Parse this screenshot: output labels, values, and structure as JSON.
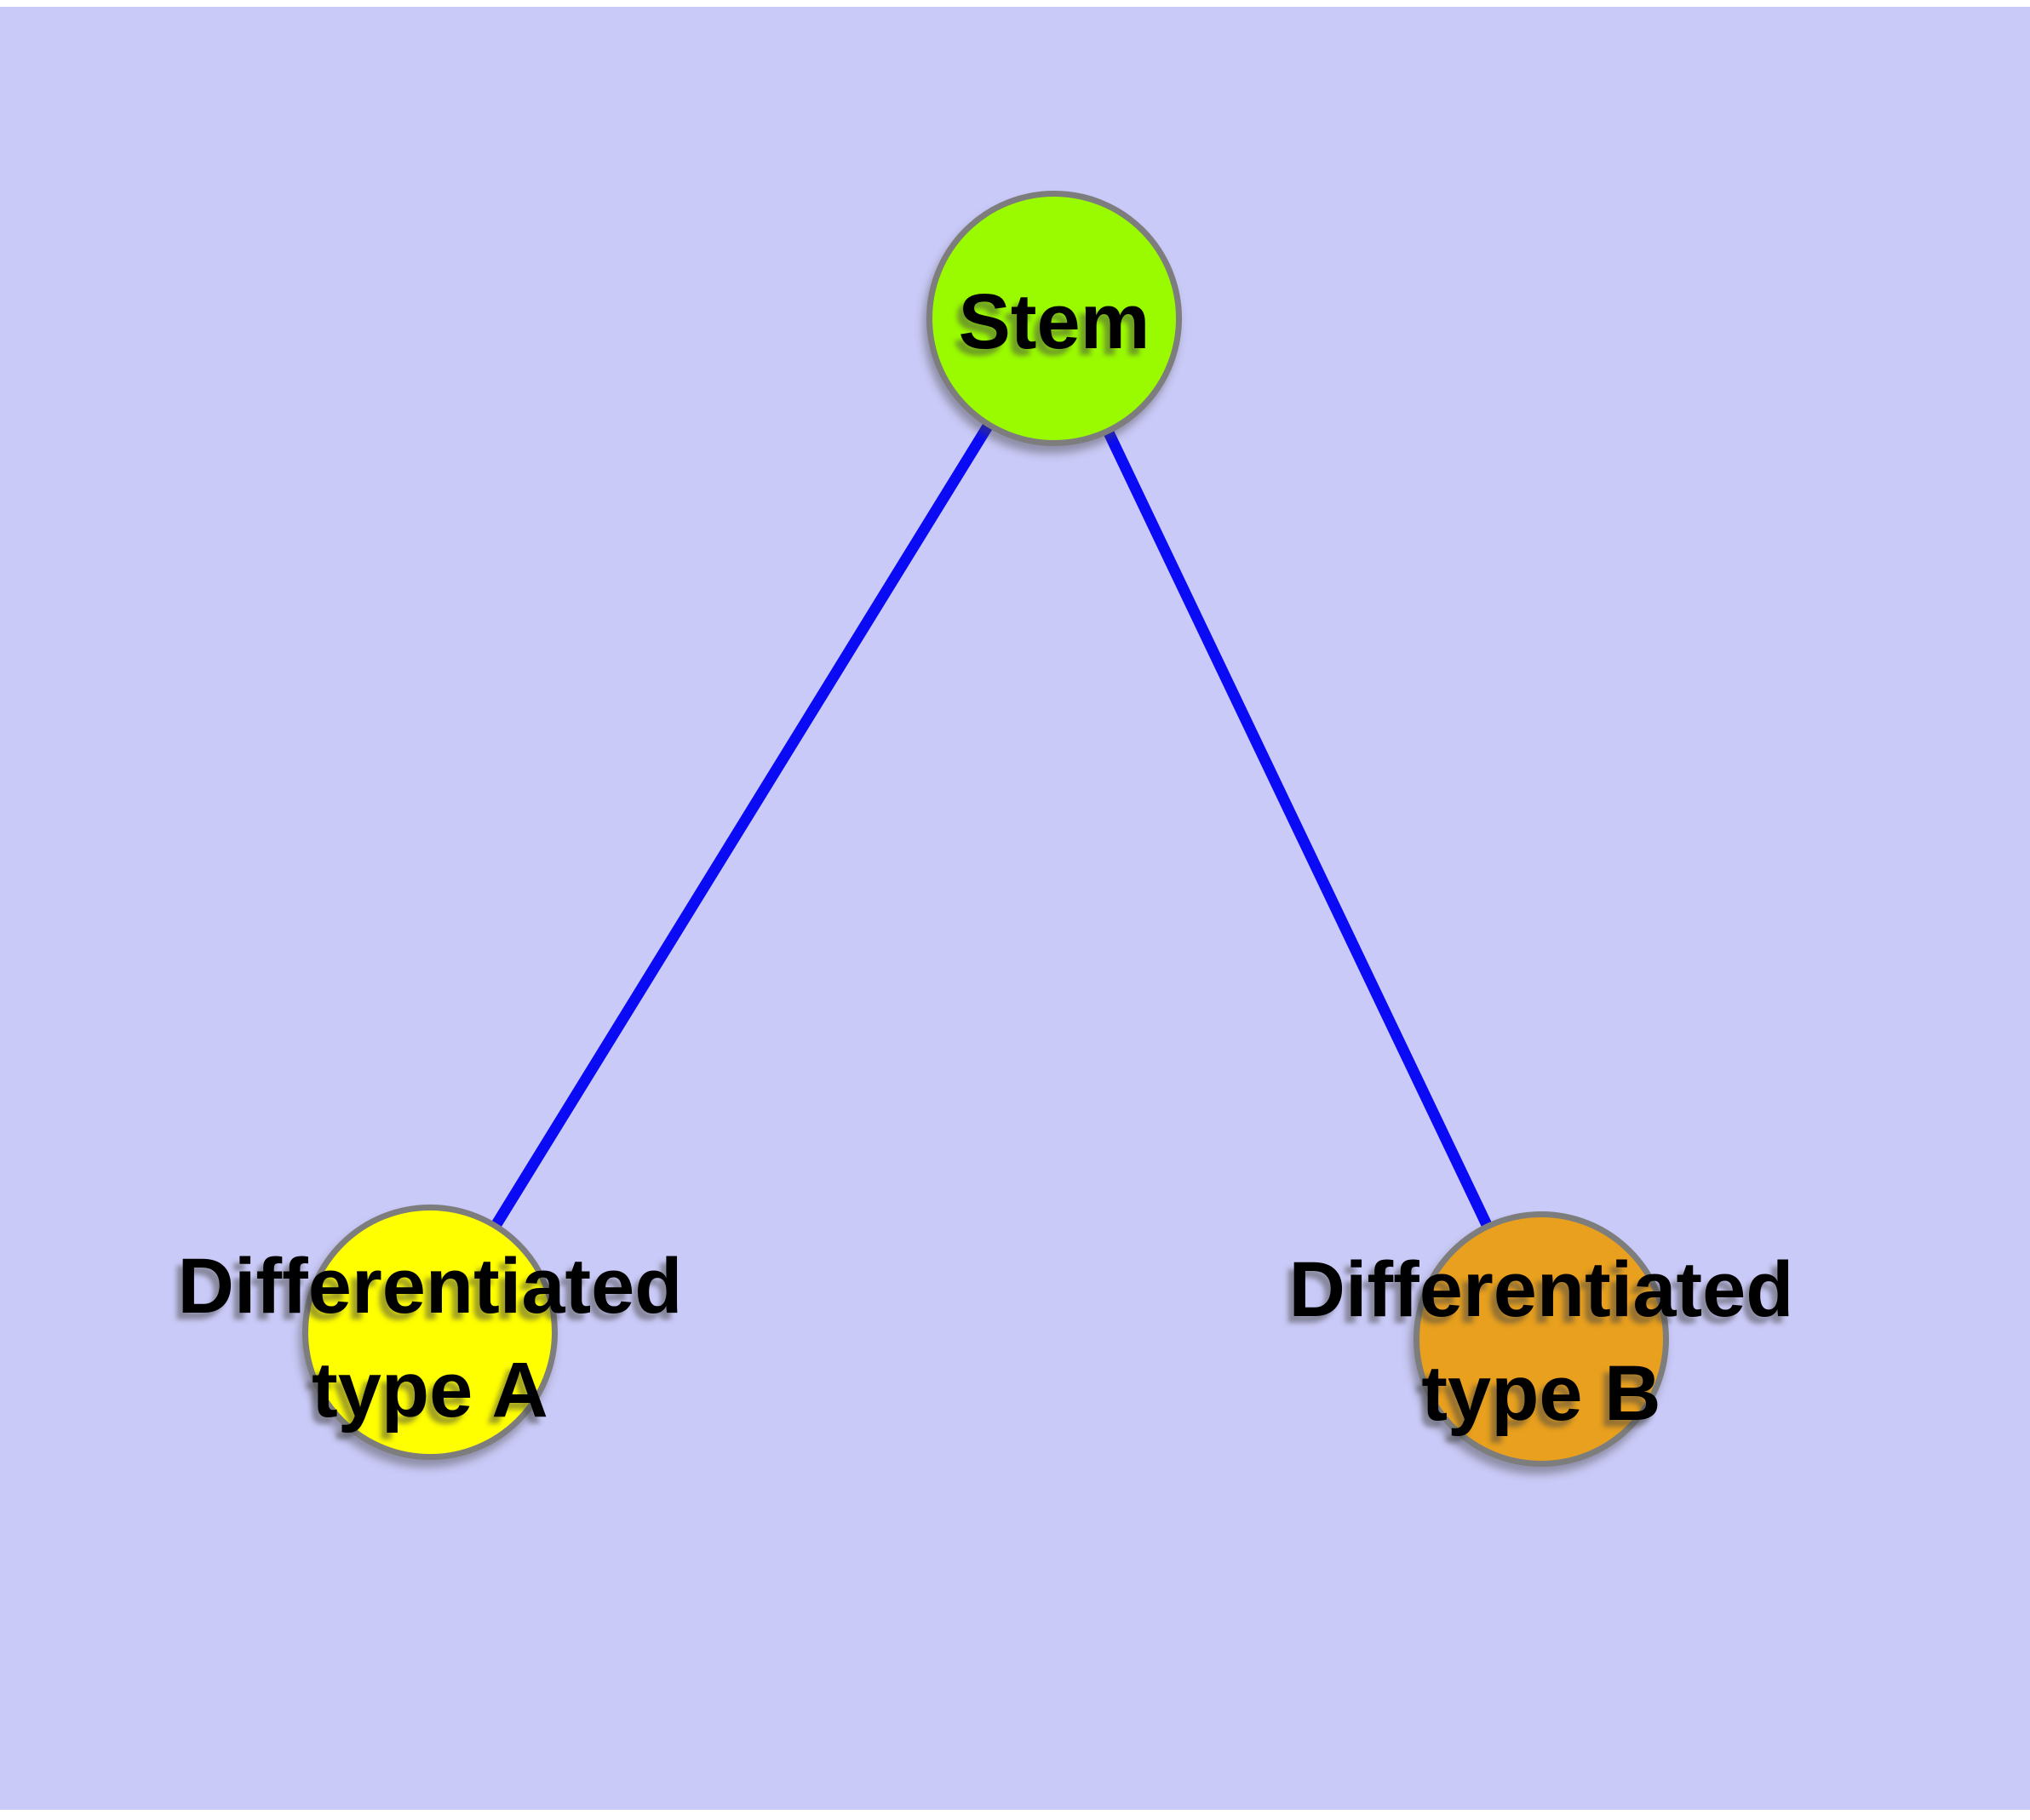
{
  "diagram": {
    "background_color": "#cacaf8",
    "nodes": [
      {
        "id": "stem",
        "label": "Stem",
        "fill_color": "#9afb00",
        "border_color": "#7d7d7d",
        "text_color": "#000000"
      },
      {
        "id": "differentiated-type-a",
        "label_line1": "Differentiated",
        "label_line2": "type A",
        "fill_color": "#ffff00",
        "border_color": "#7d7d7d",
        "text_color": "#000000"
      },
      {
        "id": "differentiated-type-b",
        "label_line1": "Differentiated",
        "label_line2": "type B",
        "fill_color": "#e8a01e",
        "border_color": "#7d7d7d",
        "text_color": "#000000"
      }
    ],
    "edges": [
      {
        "from": "stem",
        "to": "differentiated-type-a",
        "color": "#0a0af5"
      },
      {
        "from": "stem",
        "to": "differentiated-type-b",
        "color": "#0a0af5"
      }
    ]
  }
}
